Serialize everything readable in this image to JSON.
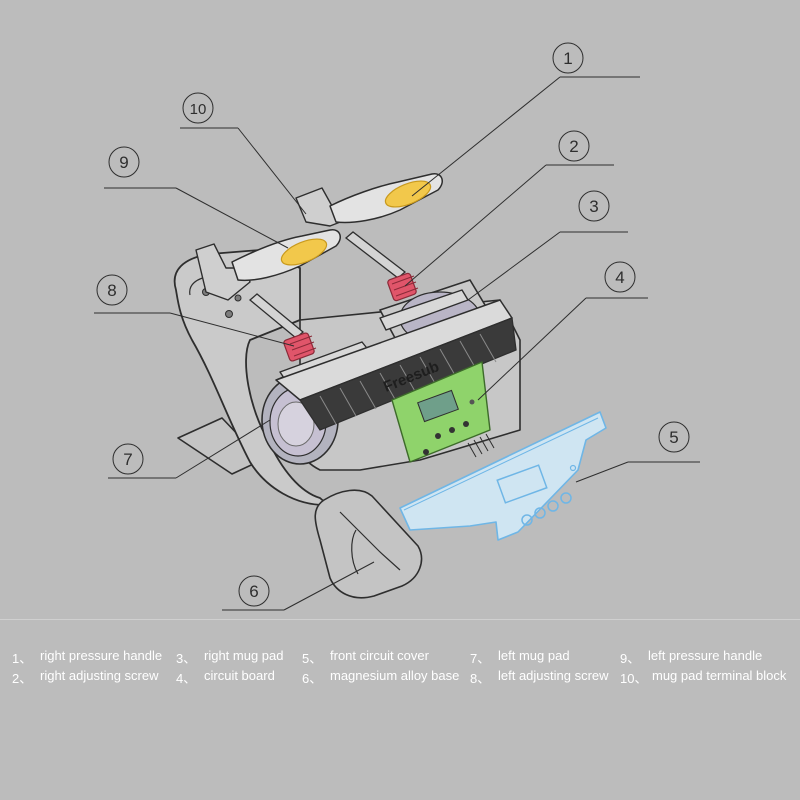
{
  "callouts": [
    {
      "n": "1"
    },
    {
      "n": "2"
    },
    {
      "n": "3"
    },
    {
      "n": "4"
    },
    {
      "n": "5"
    },
    {
      "n": "6"
    },
    {
      "n": "7"
    },
    {
      "n": "8"
    },
    {
      "n": "9"
    },
    {
      "n": "10"
    }
  ],
  "device_label": "Freesub",
  "legend": [
    {
      "num": "1、",
      "label": "right pressure handle"
    },
    {
      "num": "2、",
      "label": "right adjusting screw"
    },
    {
      "num": "3、",
      "label": "right mug pad"
    },
    {
      "num": "4、",
      "label": "circuit board"
    },
    {
      "num": "5、",
      "label": "front circuit cover"
    },
    {
      "num": "6、",
      "label": "magnesium alloy base"
    },
    {
      "num": "7、",
      "label": "left mug pad"
    },
    {
      "num": "8、",
      "label": "left adjusting screw"
    },
    {
      "num": "9、",
      "label": "left pressure handle"
    },
    {
      "num": "10、",
      "label": "mug pad terminal block"
    }
  ],
  "colors": {
    "background": "#bcbcbc",
    "line": "#2e2e2e",
    "handle_highlight": "#f2c84b",
    "screw": "#e0556a",
    "board": "#8fd36b",
    "cover": "#6fb6e6"
  }
}
